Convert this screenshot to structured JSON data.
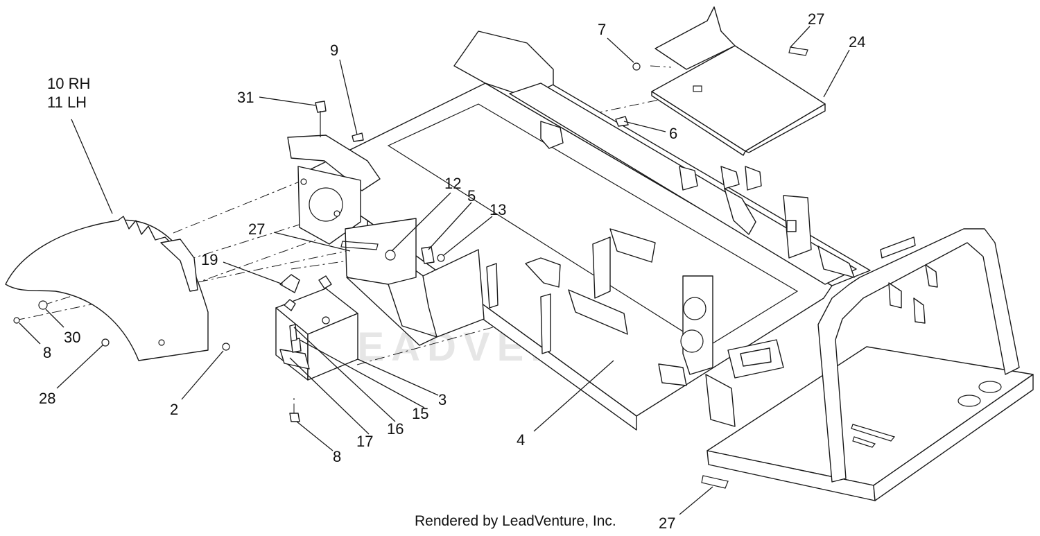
{
  "watermark": {
    "text": "LEADVENTURE"
  },
  "footer": {
    "credit": "Rendered by LeadVenture, Inc."
  },
  "callouts": {
    "c10": "10 RH",
    "c11": "11 LH",
    "c31": "31",
    "c9": "9",
    "c7": "7",
    "c27_top": "27",
    "c24": "24",
    "c6": "6",
    "c12": "12",
    "c5": "5",
    "c13": "13",
    "c27_mid": "27",
    "c19": "19",
    "c30": "30",
    "c8_left": "8",
    "c28": "28",
    "c2": "2",
    "c3": "3",
    "c15": "15",
    "c16": "16",
    "c17": "17",
    "c8_bottom": "8",
    "c4": "4",
    "c27_bottom": "27"
  }
}
